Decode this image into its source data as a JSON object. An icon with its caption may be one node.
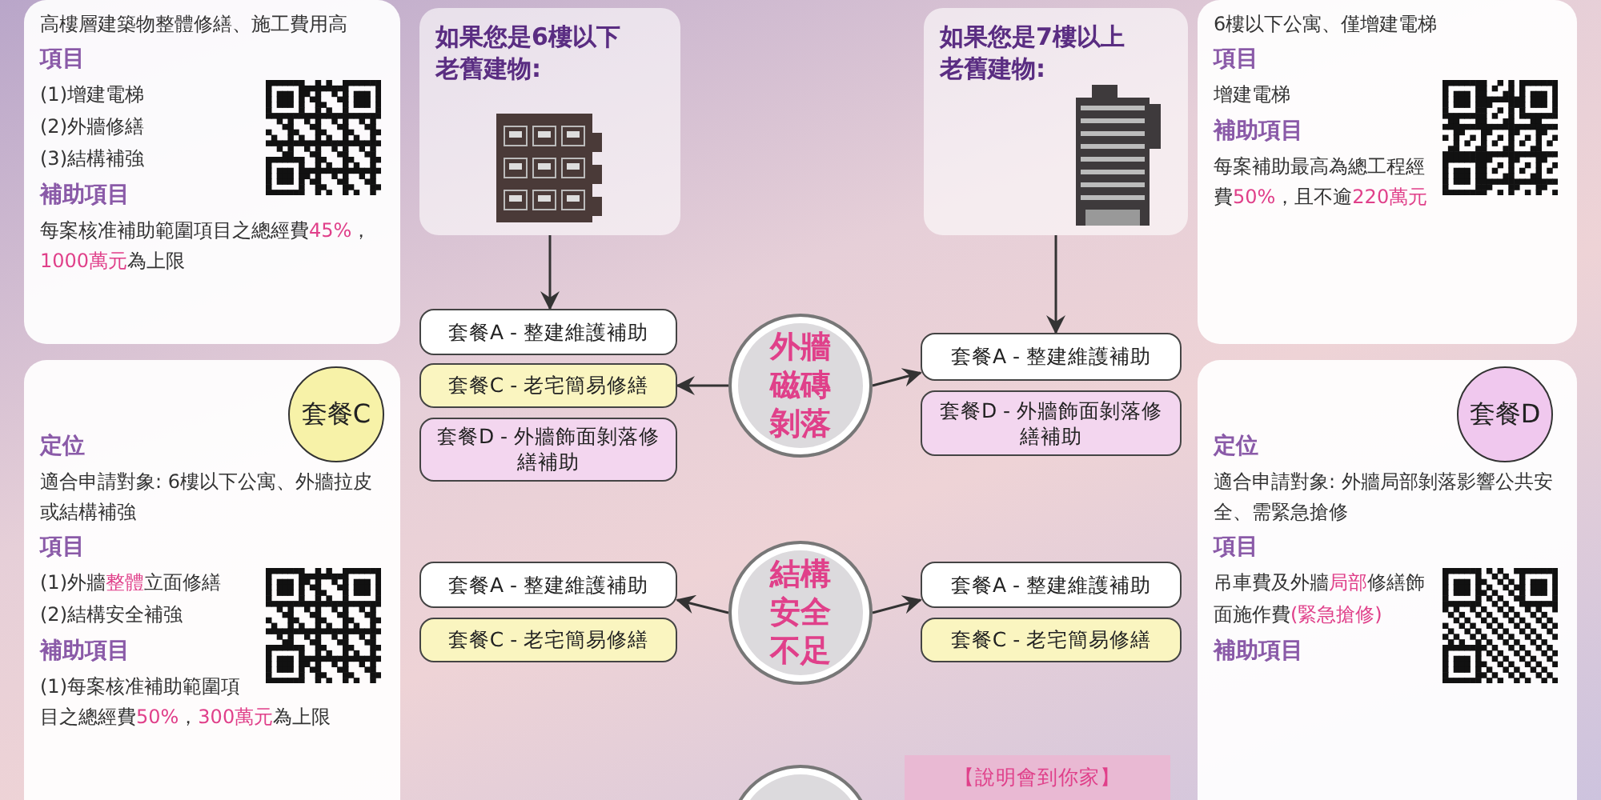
{
  "diagram": {
    "nodes": [
      {
        "text": [
          "高樓層建築物整體修繕、施工費用高",
          "項目",
          "(1)增建電梯",
          "(2)外牆修繕",
          "(3)結構補強",
          "補助項目",
          "每案核准補助範圍項目之總經費**45%**，**1000萬元**為上限"
        ]
      },
      {
        "text": [
          "如果您是6樓以下老舊建物:"
        ]
      },
      {
        "text": [
          "如果您是7樓以上老舊建物:"
        ]
      },
      {
        "text": [
          "6樓以下公寓、僅增建電梯",
          "項目",
          "增建電梯",
          "補助項目",
          "每案補助最高為總工程經費**50%**，且不逾**220萬元**"
        ]
      },
      {
        "text": [
          "套餐A - 整建維護補助"
        ]
      },
      {
        "text": [
          "套餐C - 老宅簡易修繕"
        ]
      },
      {
        "text": [
          "套餐D - 外牆飾面剝落修繕補助"
        ]
      },
      {
        "text": [
          "外牆磁磚剝落"
        ]
      },
      {
        "text": [
          "套餐A - 整建維護補助"
        ]
      },
      {
        "text": [
          "套餐D - 外牆飾面剝落修繕補助"
        ]
      },
      {
        "text": [
          "定位",
          "適合申請對象: 6樓以下公寓、外牆拉皮或結構補強",
          "項目",
          "(1)外牆**整體**立面修繕",
          "(2)結構安全補強",
          "補助項目",
          "(1)每案核准補助範圍項目之總經費**50%**，**300萬元**為上限"
        ]
      },
      {
        "text": [
          "套餐C"
        ],
        "in": 10
      },
      {
        "text": [
          "套餐A - 整建維護補助"
        ]
      },
      {
        "text": [
          "套餐C - 老宅簡易修繕"
        ]
      },
      {
        "text": [
          "結構安全不足"
        ]
      },
      {
        "text": [
          "套餐A - 整建維護補助"
        ]
      },
      {
        "text": [
          "套餐C - 老宅簡易修繕"
        ]
      },
      {
        "text": [
          "定位",
          "適合申請對象: 外牆局部剝落影響公共安全、需緊急搶修",
          "項目",
          "吊車費及外牆**局部**修繕飾面施作費**(緊急搶修)**",
          "補助項目"
        ]
      },
      {
        "text": [
          "套餐D"
        ],
        "in": 17
      },
      {
        "text": [],
        "shape": "circle"
      },
      {
        "text": [
          "【說明會到你家】"
        ]
      }
    ],
    "edges": [
      {
        "from": 1,
        "to": 4,
        "arrow": "to"
      },
      {
        "from": 2,
        "to": 8,
        "arrow": "to"
      },
      {
        "from": 7,
        "to": 5,
        "arrow": "to"
      },
      {
        "from": 7,
        "to": 8,
        "arrow": "to"
      },
      {
        "from": 14,
        "to": 12,
        "arrow": "to"
      },
      {
        "from": 14,
        "to": 15,
        "arrow": "to"
      }
    ]
  }
}
